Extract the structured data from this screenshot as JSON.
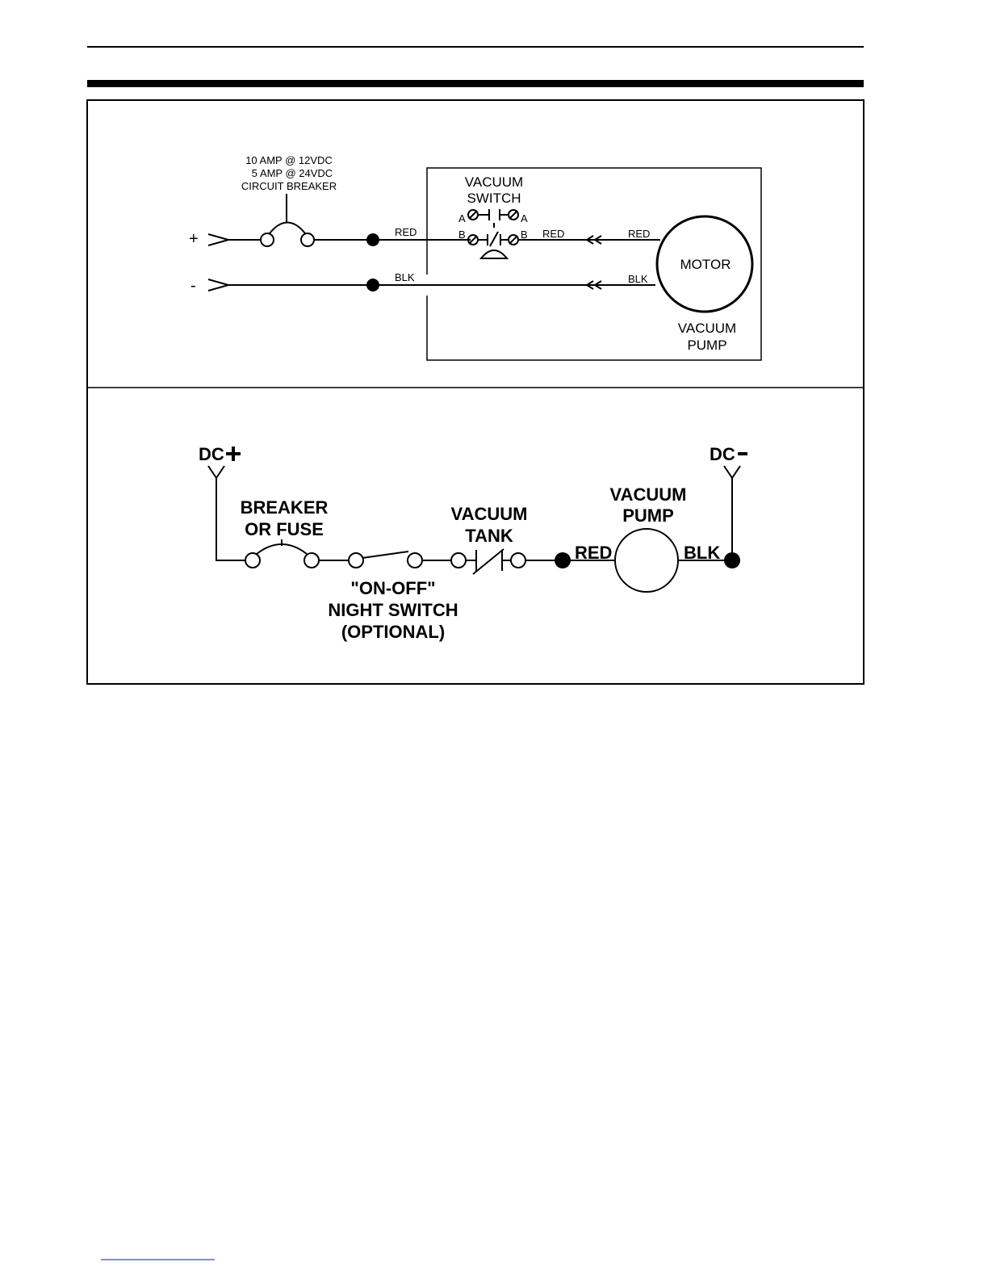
{
  "diagram_1": {
    "breaker_lines": [
      "10 AMP @ 12VDC",
      "5 AMP @ 24VDC",
      "CIRCUIT BREAKER"
    ],
    "plus_sign": "+",
    "minus_sign": "-",
    "vacuum_switch_lines": [
      "VACUUM",
      "SWITCH"
    ],
    "terminal_a": "A",
    "terminal_b": "B",
    "wire_red": "RED",
    "wire_blk": "BLK",
    "motor_label": "MOTOR",
    "pump_lines": [
      "VACUUM",
      "PUMP"
    ]
  },
  "diagram_2": {
    "dc_plus": "DC",
    "dc_minus": "DC",
    "breaker_lines": [
      "BREAKER",
      "OR FUSE"
    ],
    "tank_lines": [
      "VACUUM",
      "TANK"
    ],
    "pump_lines": [
      "VACUUM",
      "PUMP"
    ],
    "night_switch_lines": [
      "\"ON-OFF\"",
      "NIGHT SWITCH",
      "(OPTIONAL)"
    ],
    "wire_red": "RED",
    "wire_blk": "BLK"
  }
}
